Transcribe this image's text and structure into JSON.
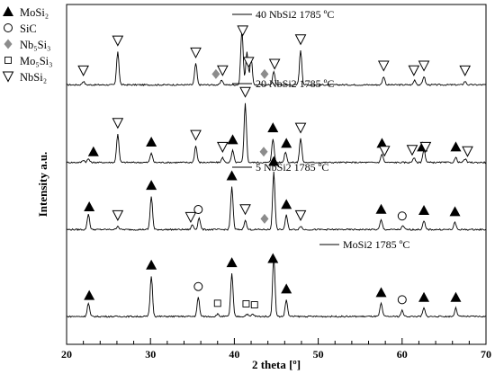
{
  "chart_data": {
    "type": "line",
    "xlabel": "2 theta [º]",
    "ylabel": "Intensity a.u.",
    "xlim": [
      20,
      70
    ],
    "xticks": [
      20,
      30,
      40,
      50,
      60,
      70
    ],
    "y_ticks_shown": false,
    "grid": false,
    "legend": {
      "placement": "top-left",
      "entries": [
        {
          "phase": "MoSi2",
          "label": "MoSi₂",
          "marker": "filled-triangle",
          "color": "#000000"
        },
        {
          "phase": "SiC",
          "label": "SiC",
          "marker": "open-circle",
          "color": "#000000"
        },
        {
          "phase": "Nb5Si3",
          "label": "Nb₅Si₃",
          "marker": "filled-diamond",
          "color": "#8c8c8c"
        },
        {
          "phase": "Mo5Si3",
          "label": "Mo₅Si₃",
          "marker": "open-square",
          "color": "#000000"
        },
        {
          "phase": "NbSi2",
          "label": "NbSi₂",
          "marker": "open-triangle-down",
          "color": "#000000"
        }
      ]
    },
    "series": [
      {
        "name": "40 NbSi2 1785 ºC",
        "baseline": 8,
        "peaks": [
          [
            22.0,
            3
          ],
          [
            26.1,
            28
          ],
          [
            35.4,
            18
          ],
          [
            38.5,
            4
          ],
          [
            40.9,
            47
          ],
          [
            41.5,
            28
          ],
          [
            42.0,
            22
          ],
          [
            44.7,
            11
          ],
          [
            47.9,
            29
          ],
          [
            57.8,
            7
          ],
          [
            61.5,
            4
          ],
          [
            62.6,
            7
          ],
          [
            67.5,
            3
          ]
        ],
        "markers": [
          {
            "phase": "NbSi2",
            "x": 22.0
          },
          {
            "phase": "NbSi2",
            "x": 26.1
          },
          {
            "phase": "NbSi2",
            "x": 35.4
          },
          {
            "phase": "Nb5Si3",
            "x": 37.8
          },
          {
            "phase": "NbSi2",
            "x": 38.6
          },
          {
            "phase": "NbSi2",
            "x": 41.0
          },
          {
            "phase": "NbSi2",
            "x": 41.7
          },
          {
            "phase": "Nb5Si3",
            "x": 43.6
          },
          {
            "phase": "NbSi2",
            "x": 44.8
          },
          {
            "phase": "NbSi2",
            "x": 47.9
          },
          {
            "phase": "NbSi2",
            "x": 57.8
          },
          {
            "phase": "NbSi2",
            "x": 61.4
          },
          {
            "phase": "NbSi2",
            "x": 62.6
          },
          {
            "phase": "NbSi2",
            "x": 67.5
          }
        ]
      },
      {
        "name": "20 NbSi2 1785 ºC",
        "baseline": 7,
        "peaks": [
          [
            22.0,
            2
          ],
          [
            22.6,
            3
          ],
          [
            26.1,
            24
          ],
          [
            30.1,
            8
          ],
          [
            35.4,
            14
          ],
          [
            38.6,
            4
          ],
          [
            39.8,
            10
          ],
          [
            41.3,
            50
          ],
          [
            44.6,
            20
          ],
          [
            46.1,
            9
          ],
          [
            47.9,
            20
          ],
          [
            57.6,
            7
          ],
          [
            61.4,
            4
          ],
          [
            62.6,
            11
          ],
          [
            66.4,
            4
          ],
          [
            67.5,
            3
          ]
        ],
        "markers": [
          {
            "phase": "MoSi2",
            "x": 23.2
          },
          {
            "phase": "NbSi2",
            "x": 26.1
          },
          {
            "phase": "MoSi2",
            "x": 30.1
          },
          {
            "phase": "NbSi2",
            "x": 35.4
          },
          {
            "phase": "NbSi2",
            "x": 38.6
          },
          {
            "phase": "MoSi2",
            "x": 39.8
          },
          {
            "phase": "NbSi2",
            "x": 41.3
          },
          {
            "phase": "Nb5Si3",
            "x": 43.5
          },
          {
            "phase": "MoSi2",
            "x": 44.6
          },
          {
            "phase": "MoSi2",
            "x": 46.2
          },
          {
            "phase": "NbSi2",
            "x": 47.9
          },
          {
            "phase": "MoSi2",
            "x": 57.6
          },
          {
            "phase": "NbSi2",
            "x": 57.9
          },
          {
            "phase": "NbSi2",
            "x": 61.2
          },
          {
            "phase": "MoSi2",
            "x": 62.4
          },
          {
            "phase": "NbSi2",
            "x": 62.8
          },
          {
            "phase": "MoSi2",
            "x": 66.4
          },
          {
            "phase": "NbSi2",
            "x": 67.8
          }
        ]
      },
      {
        "name": "5 NbSi2 1785 ºC",
        "baseline": 5,
        "peaks": [
          [
            22.6,
            13
          ],
          [
            26.1,
            3
          ],
          [
            30.1,
            28
          ],
          [
            35.0,
            4
          ],
          [
            35.8,
            10
          ],
          [
            39.7,
            36
          ],
          [
            41.3,
            8
          ],
          [
            44.7,
            48
          ],
          [
            46.2,
            12
          ],
          [
            47.9,
            3
          ],
          [
            57.5,
            8
          ],
          [
            60.1,
            3
          ],
          [
            62.6,
            7
          ],
          [
            66.3,
            6
          ]
        ],
        "markers": [
          {
            "phase": "MoSi2",
            "x": 22.7
          },
          {
            "phase": "NbSi2",
            "x": 26.1
          },
          {
            "phase": "MoSi2",
            "x": 30.1
          },
          {
            "phase": "NbSi2",
            "x": 34.8
          },
          {
            "phase": "SiC",
            "x": 35.7
          },
          {
            "phase": "MoSi2",
            "x": 39.7
          },
          {
            "phase": "NbSi2",
            "x": 41.3
          },
          {
            "phase": "Nb5Si3",
            "x": 43.6
          },
          {
            "phase": "MoSi2",
            "x": 44.7
          },
          {
            "phase": "MoSi2",
            "x": 46.2
          },
          {
            "phase": "NbSi2",
            "x": 47.9
          },
          {
            "phase": "MoSi2",
            "x": 57.5
          },
          {
            "phase": "SiC",
            "x": 60.0
          },
          {
            "phase": "MoSi2",
            "x": 62.6
          },
          {
            "phase": "MoSi2",
            "x": 66.3
          }
        ]
      },
      {
        "name": "MoSi2 1785 ºC",
        "baseline": 3,
        "peaks": [
          [
            22.6,
            11
          ],
          [
            30.1,
            34
          ],
          [
            35.7,
            16
          ],
          [
            38.0,
            2
          ],
          [
            39.7,
            36
          ],
          [
            41.5,
            2
          ],
          [
            42.2,
            2
          ],
          [
            44.7,
            51
          ],
          [
            46.2,
            14
          ],
          [
            57.5,
            11
          ],
          [
            60.0,
            5
          ],
          [
            62.6,
            7
          ],
          [
            66.4,
            7
          ]
        ],
        "markers": [
          {
            "phase": "MoSi2",
            "x": 22.7
          },
          {
            "phase": "MoSi2",
            "x": 30.1
          },
          {
            "phase": "SiC",
            "x": 35.7
          },
          {
            "phase": "Mo5Si3",
            "x": 38.0
          },
          {
            "phase": "MoSi2",
            "x": 39.7
          },
          {
            "phase": "Mo5Si3",
            "x": 41.4
          },
          {
            "phase": "Mo5Si3",
            "x": 42.4
          },
          {
            "phase": "MoSi2",
            "x": 44.6
          },
          {
            "phase": "MoSi2",
            "x": 46.2
          },
          {
            "phase": "MoSi2",
            "x": 57.5
          },
          {
            "phase": "SiC",
            "x": 60.0
          },
          {
            "phase": "MoSi2",
            "x": 62.6
          },
          {
            "phase": "MoSi2",
            "x": 66.4
          }
        ]
      }
    ]
  }
}
